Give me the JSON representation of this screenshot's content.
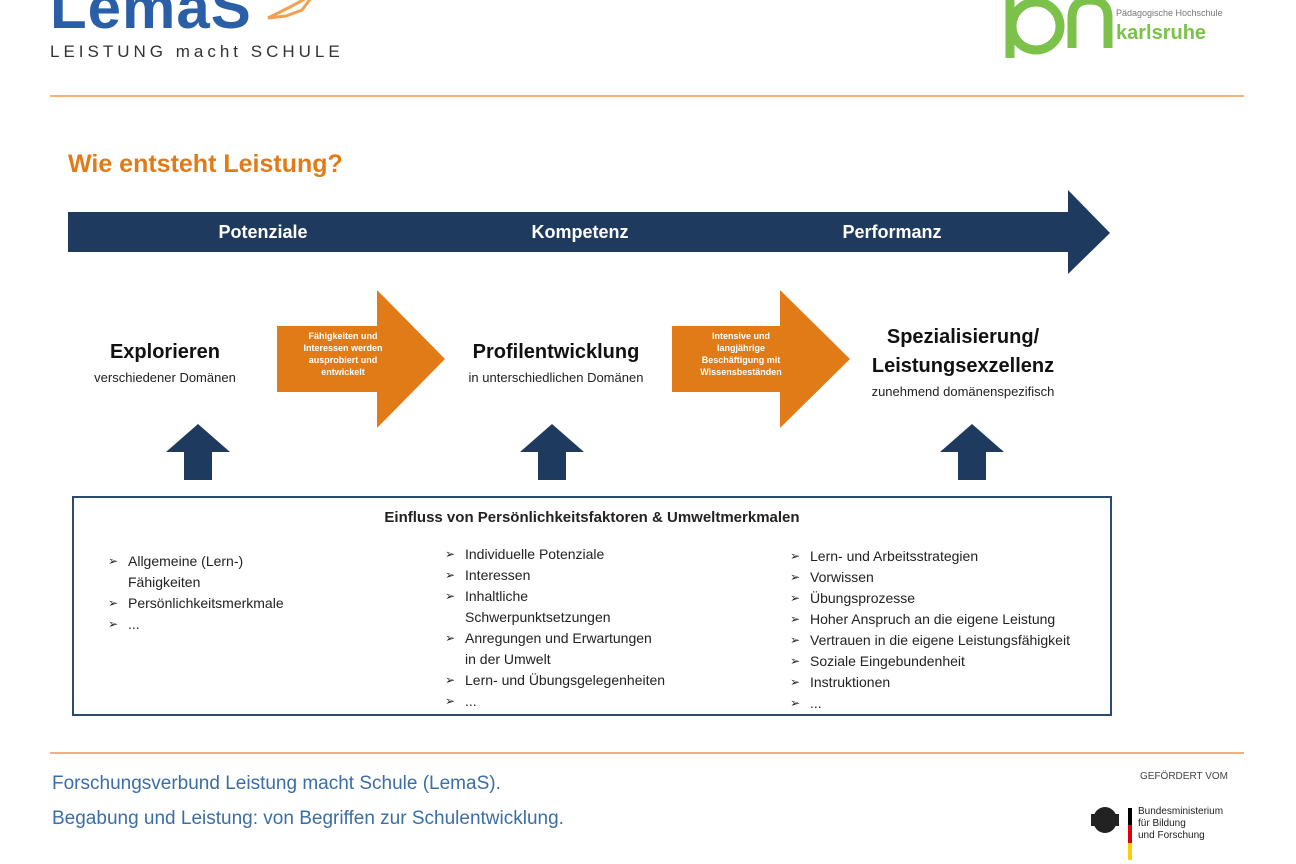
{
  "header": {
    "logo_text": "LemaS",
    "tagline": "LEISTUNG macht SCHULE",
    "partner_line1": "",
    "partner_line2": "Pädagogische Hochschule",
    "partner_city": "karlsruhe",
    "partner_mark": "ph"
  },
  "title": "Wie entsteht Leistung?",
  "phases": [
    "Potenziale",
    "Kompetenz",
    "Performanz"
  ],
  "stages": [
    {
      "title": "Explorieren",
      "subtitle": "verschiedener Domänen"
    },
    {
      "title": "Profilentwicklung",
      "subtitle": "in unterschiedlichen Domänen"
    },
    {
      "title": "Spezialisierung/",
      "title2": "Leistungsexzellenz",
      "subtitle": "zunehmend domänenspezifisch"
    }
  ],
  "transitions": [
    {
      "lines": [
        "Fähigkeiten und",
        "Interessen werden",
        "ausprobiert und",
        "entwickelt"
      ]
    },
    {
      "lines": [
        "Intensive und",
        "langjährige",
        "Beschäftigung mit",
        "Wissensbeständen"
      ]
    }
  ],
  "influence": {
    "title": "Einfluss von Persönlichkeitsfaktoren & Umweltmerkmalen",
    "columns": [
      [
        "Allgemeine (Lern-)\nFähigkeiten",
        "Persönlichkeitsmerkmale",
        "..."
      ],
      [
        "Individuelle Potenziale",
        "Interessen",
        "Inhaltliche\nSchwerpunktsetzungen",
        "Anregungen und Erwartungen\nin der Umwelt",
        "Lern- und Übungsgelegenheiten",
        "..."
      ],
      [
        "Lern- und Arbeitsstrategien",
        "Vorwissen",
        "Übungsprozesse",
        "Hoher Anspruch an die eigene Leistung",
        "Vertrauen in die eigene Leistungsfähigkeit",
        "Soziale Eingebundenheit",
        "Instruktionen",
        "..."
      ]
    ]
  },
  "footer": {
    "line1": "Forschungsverbund Leistung macht Schule (LemaS).",
    "line2": "Begabung und Leistung: von Begriffen zur Schulentwicklung.",
    "funded_label": "GEFÖRDERT VOM",
    "ministry": [
      "Bundesministerium",
      "für Bildung",
      "und Forschung"
    ]
  },
  "colors": {
    "navy": "#1f3a5f",
    "orange": "#e07b17",
    "brand_blue": "#2a5fa8",
    "pn_green": "#7cc24a"
  }
}
